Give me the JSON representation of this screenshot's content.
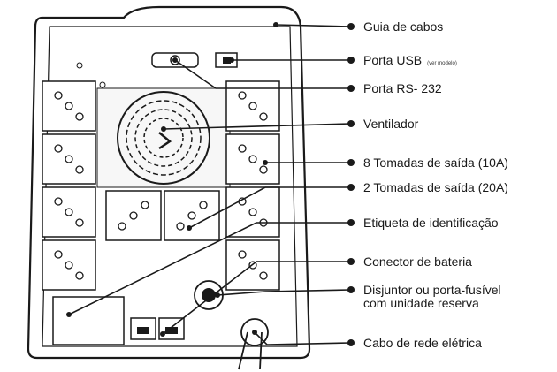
{
  "callouts": [
    {
      "id": "guia-de-cabos",
      "label": "Guia de cabos"
    },
    {
      "id": "porta-usb",
      "label": "Porta USB",
      "note": "(ver modelo)"
    },
    {
      "id": "porta-rs232",
      "label": "Porta RS- 232"
    },
    {
      "id": "ventilador",
      "label": "Ventilador"
    },
    {
      "id": "tomadas-10a",
      "label": "8 Tomadas de saída (10A)"
    },
    {
      "id": "tomadas-20a",
      "label": "2 Tomadas de saída (20A)"
    },
    {
      "id": "etiqueta",
      "label": "Etiqueta de identificação"
    },
    {
      "id": "conector-bateria",
      "label": "Conector de bateria"
    },
    {
      "id": "disjuntor",
      "label_line1": "Disjuntor ou porta-fusível",
      "label_line2": "com unidade reserva"
    },
    {
      "id": "cabo-rede",
      "label": "Cabo de rede elétrica"
    }
  ],
  "colors": {
    "line": "#1a1a1a",
    "device_fill": "#ffffff",
    "panel_fill": "#f7f7f7"
  }
}
